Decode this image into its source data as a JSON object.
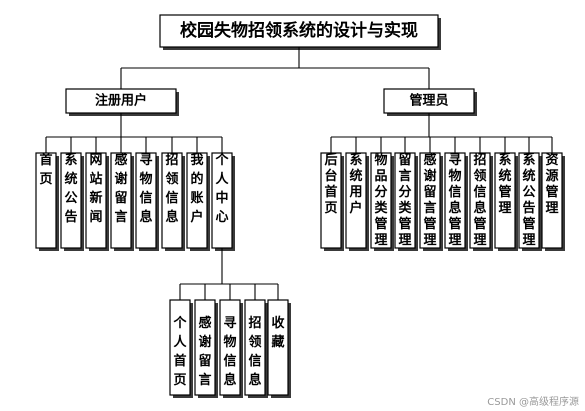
{
  "title": "校园失物招领系统的设计与实现",
  "branches": [
    {
      "label": "注册用户",
      "children": [
        {
          "label": "首页"
        },
        {
          "label": "系统公告"
        },
        {
          "label": "网站新闻"
        },
        {
          "label": "感谢留言"
        },
        {
          "label": "寻物信息"
        },
        {
          "label": "招领信息"
        },
        {
          "label": "我的账户"
        },
        {
          "label": "个人中心",
          "children": [
            {
              "label": "个人首页"
            },
            {
              "label": "感谢留言"
            },
            {
              "label": "寻物信息"
            },
            {
              "label": "招领信息"
            },
            {
              "label": "收藏"
            }
          ]
        }
      ]
    },
    {
      "label": "管理员",
      "children": [
        {
          "label": "后台首页"
        },
        {
          "label": "系统用户"
        },
        {
          "label": "物品分类管理"
        },
        {
          "label": "留言分类管理"
        },
        {
          "label": "感谢留言管理"
        },
        {
          "label": "寻物信息管理"
        },
        {
          "label": "招领信息管理"
        },
        {
          "label": "系统管理"
        },
        {
          "label": "系统公告管理"
        },
        {
          "label": "资源管理"
        }
      ]
    }
  ],
  "watermark": "CSDN @高级程序源"
}
